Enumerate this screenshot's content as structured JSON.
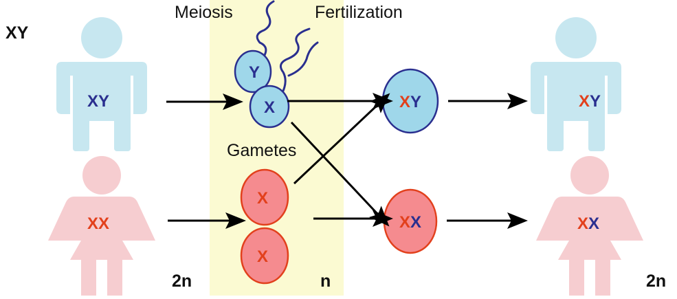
{
  "labels": {
    "top_left": "XY",
    "meiosis": "Meiosis",
    "fertilization": "Fertilization",
    "gametes": "Gametes",
    "ploidy_left": "2n",
    "ploidy_middle": "n",
    "ploidy_right": "2n"
  },
  "parents": {
    "male": {
      "chromosomes": [
        {
          "text": "XY",
          "color": "#2a2f8f"
        }
      ]
    },
    "female": {
      "chromosomes": [
        {
          "text": "XX",
          "color": "#e2401c"
        }
      ]
    }
  },
  "gametes": {
    "sperm": [
      {
        "text": "Y",
        "color": "#2a2f8f"
      },
      {
        "text": "X",
        "color": "#2a2f8f"
      }
    ],
    "eggs": [
      {
        "text": "X",
        "color": "#e2401c"
      },
      {
        "text": "X",
        "color": "#e2401c"
      }
    ]
  },
  "zygotes": {
    "male": [
      {
        "text": "X",
        "color": "#e2401c"
      },
      {
        "text": "Y",
        "color": "#2a2f8f"
      }
    ],
    "female": [
      {
        "text": "X",
        "color": "#e2401c"
      },
      {
        "text": "X",
        "color": "#2a2f8f"
      }
    ]
  },
  "offspring": {
    "male": [
      {
        "text": "X",
        "color": "#e2401c"
      },
      {
        "text": "Y",
        "color": "#2a2f8f"
      }
    ],
    "female": [
      {
        "text": "X",
        "color": "#e2401c"
      },
      {
        "text": "X",
        "color": "#2a2f8f"
      }
    ]
  },
  "colors": {
    "male_figure": "#c7e7f0",
    "female_figure": "#f6cdd0",
    "gamete_band": "#fbfad2",
    "male_cell_fill": "#9fd7ea",
    "male_cell_stroke": "#2a2f8f",
    "female_cell_fill": "#f58b8f",
    "female_cell_stroke": "#e2401c",
    "arrow": "#000000",
    "tail": "#2a2f8f"
  }
}
